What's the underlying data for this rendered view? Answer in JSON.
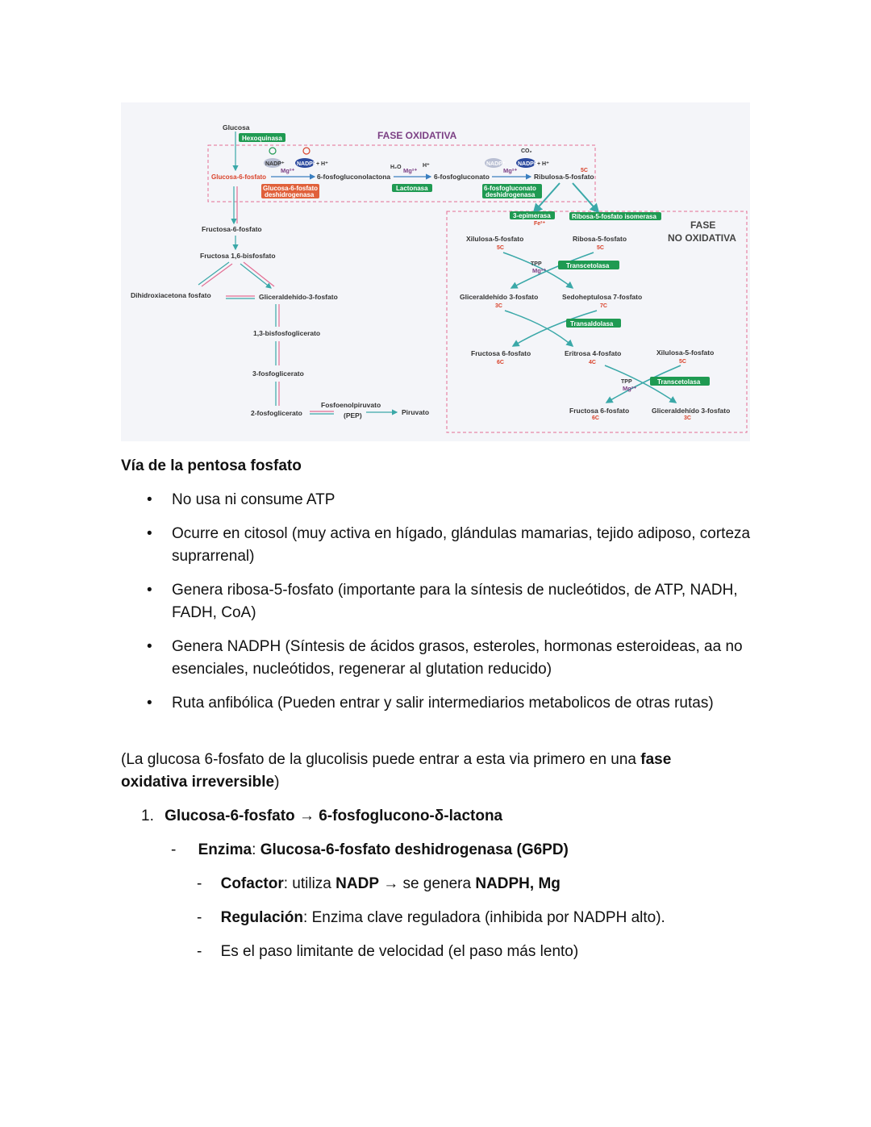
{
  "diagram": {
    "glycolysis": {
      "glucosa": "Glucosa",
      "hexoquinasa": "Hexoquinasa",
      "glucosa_6_fosfato": "Glucosa-6-fosfato",
      "fructosa_6_fosfato": "Fructosa-6-fosfato",
      "fructosa_bisfosfato": "Fructosa 1,6-bisfosfato",
      "dihidroxiacetona": "Dihidroxiacetona fosfato",
      "gliceraldehido": "Gliceraldehído-3-fosfato",
      "bisfosfoglicerato": "1,3-bisfosfoglicerato",
      "fosfoglicerato_3": "3-fosfoglicerato",
      "fosfoglicerato_2": "2-fosfoglicerato",
      "pep_1": "Fosfoenolpiruvato",
      "pep_2": "(PEP)",
      "piruvato": "Piruvato"
    },
    "oxidative": {
      "title": "FASE OXIDATIVA",
      "nadp": "NADP⁺",
      "nadph": "NADPH",
      "h_plus": "+ H⁺",
      "mg": "Mg²⁺",
      "h2o": "H₂O",
      "h": "H⁺",
      "co2": "CO₂",
      "fosfogluconolactona": "6-fosfogluconolactona",
      "fosfogluconato": "6-fosfogluconato",
      "ribulosa": "Ribulosa-5-fosfato",
      "ribulosa_c": "5C",
      "g6pd_1": "Glucosa-6-fosfato",
      "g6pd_2": "deshidrogenasa",
      "lactonasa": "Lactonasa",
      "pgd_1": "6-fosfogluconato",
      "pgd_2": "deshidrogenasa"
    },
    "nonoxidative": {
      "title_1": "FASE",
      "title_2": "NO OXIDATIVA",
      "epimerasa": "3-epimerasa",
      "fe": "Fe²⁺",
      "isomerasa": "Ribosa-5-fosfato isomerasa",
      "xilulosa": "Xilulosa-5-fosfato",
      "c5": "5C",
      "ribosa": "Ribosa-5-fosfato",
      "tpp": "TPP",
      "mg": "Mg²⁺",
      "transcetolasa": "Transcetolasa",
      "gliceraldehido": "Gliceraldehído 3-fosfato",
      "c3": "3C",
      "sedoheptulosa": "Sedoheptulosa 7-fosfato",
      "c7": "7C",
      "transaldolasa": "Transaldolasa",
      "fructosa": "Fructosa 6-fosfato",
      "c6": "6C",
      "eritrosa": "Eritrosa 4-fosfato",
      "c4": "4C",
      "xilulosa2": "Xilulosa-5-fosfato",
      "fructosa2": "Fructosa 6-fosfato",
      "gliceraldehido2": "Gliceraldehído 3-fosfato"
    },
    "colors": {
      "enzyme_green": "#1f9a52",
      "enzyme_orange": "#e0603a",
      "phase_border": "#e36d93",
      "phase_title": "#7b3f84",
      "arrow_teal": "#3aa8a8"
    }
  },
  "doc": {
    "title": "Vía de la pentosa fosfato",
    "bullets": [
      "No usa ni consume ATP",
      "Ocurre en citosol (muy activa en hígado, glándulas mamarias, tejido adiposo, corteza suprarrenal)",
      "Genera ribosa-5-fosfato (importante para la síntesis de nucleótidos, de ATP, NADH, FADH, CoA)",
      "Genera NADPH (Síntesis de ácidos grasos, esteroles, hormonas esteroideas, aa no esenciales, nucleótidos, regenerar al glutation reducido)",
      "Ruta anfibólica (Pueden entrar y salir intermediarios metabolicos de otras rutas)"
    ],
    "para_1": "(La glucosa 6-fosfato de la glucolisis puede entrar a esta via primero en una ",
    "para_bold": "fase oxidativa irreversible",
    "para_2": ")",
    "step_num": "1.",
    "step_title": "Glucosa-6-fosfato → 6-fosfoglucono-δ-lactona",
    "dash": "-",
    "enzima_label": "Enzima",
    "enzima_sep": ": ",
    "enzima_value": "Glucosa-6-fosfato deshidrogenasa (G6PD)",
    "cofactor_label": "Cofactor",
    "cofactor_1": ": utiliza ",
    "cofactor_nadp": "NADP",
    "cofactor_2": " → se genera ",
    "cofactor_nadph": "NADPH, Mg",
    "regulacion_label": "Regulación",
    "regulacion_text": ": Enzima clave reguladora (inhibida por NADPH alto).",
    "limitante": "Es el paso limitante de velocidad (el paso más lento)"
  }
}
